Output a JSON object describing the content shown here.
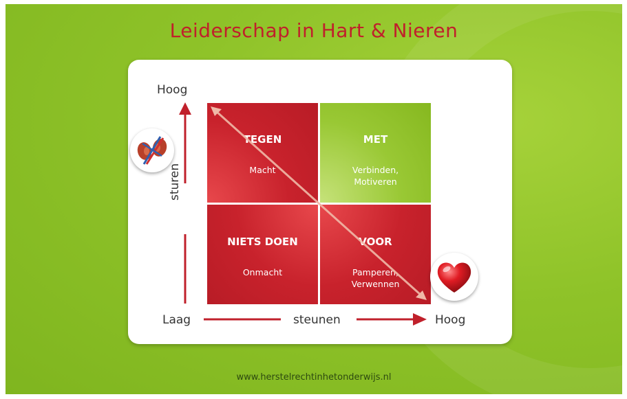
{
  "title": "Leiderschap in Hart & Nieren",
  "axes": {
    "y_high": "Hoog",
    "y_label": "sturen",
    "x_low": "Laag",
    "x_label": "steunen",
    "x_high": "Hoog"
  },
  "quadrants": {
    "top_left": {
      "heading": "TEGEN",
      "line1": "Macht",
      "line2": ""
    },
    "top_right": {
      "heading": "MET",
      "line1": "Verbinden,",
      "line2": "Motiveren"
    },
    "bottom_left": {
      "heading": "NIETS DOEN",
      "line1": "Onmacht",
      "line2": ""
    },
    "bottom_right": {
      "heading": "VOOR",
      "line1": "Pamperen,",
      "line2": "Verwennen"
    }
  },
  "icons": {
    "kidneys": "kidneys-icon",
    "heart": "heart-icon"
  },
  "colors": {
    "background_green": "#8fc329",
    "title_red": "#c0202b",
    "quadrant_red": "#c8222c",
    "quadrant_green": "#99c834",
    "arrow_red": "#c0202b"
  },
  "footer": "www.herstelrechtinhetonderwijs.nl"
}
